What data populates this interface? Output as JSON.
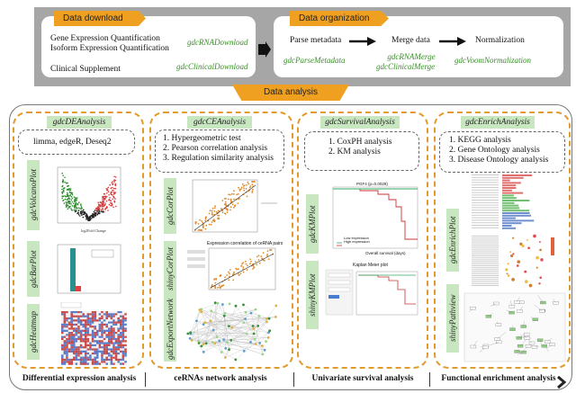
{
  "top": {
    "download_tag": "Data download",
    "organization_tag": "Data organization",
    "analysis_tag": "Data analysis",
    "download": {
      "lines": [
        "Gene Expression Quantification",
        "Isoform Expression Quantification",
        "Clinical Supplement"
      ],
      "fn1": "gdcRNADownload",
      "fn2": "gdcClinicalDownload"
    },
    "organization": {
      "step1": "Parse metadata",
      "step2": "Merge data",
      "step3": "Normalization",
      "fn_parse": "gdcParseMetadata",
      "fn_merge1": "gdcRNAMerge",
      "fn_merge2": "gdcClinicalMerge",
      "fn_norm": "gdcVoomNormalization"
    }
  },
  "columns": [
    {
      "header": "gdcDEAnalysis",
      "desc": [
        "limma, edgeR, Deseq2"
      ],
      "labels": [
        "gdcVolcanoPlot",
        "gdcBarPlot",
        "gdcHeatmap"
      ],
      "bottom": "Differential expression analysis"
    },
    {
      "header": "gdcCEAnalysis",
      "desc": [
        "1. Hypergeometric test",
        "2. Pearson correlation analysis",
        "3. Regulation similarity analysis"
      ],
      "labels": [
        "gdcCorPlot",
        "shinyCorPlot",
        "gdcExportNetwork"
      ],
      "bottom": "ceRNAs network analysis"
    },
    {
      "header": "gdcSurvivalAnalysis",
      "desc": [
        "1. CoxPH analysis",
        "2. KM analysis"
      ],
      "labels": [
        "gdcKMPlot",
        "shinyKMPlot"
      ],
      "bottom": "Univariate survival analysis"
    },
    {
      "header": "gdcEnrichAnalysis",
      "desc": [
        "1. KEGG analysis",
        "2. Gene Ontology analysis",
        "3. Disease Ontology analysis"
      ],
      "labels": [
        "gdcEnrichPlot",
        "shinyPathview"
      ],
      "bottom": "Functional enrichment analysis"
    }
  ],
  "thumbs": {
    "volcano_x": "log2Fold Change",
    "cor_title": "Expression correlation of ceRNA pairs",
    "km_title": "PGF4 (p=0.0028)",
    "km_legend1": "Low expression",
    "km_legend2": "High expression",
    "km_xlabel": "Overall survival (days)",
    "km2_title": "Kaplan Meier plot"
  },
  "colors": {
    "orange": "#f0a020",
    "green_text": "#3a8f2a",
    "label_bg": "#c8e6c0",
    "gray": "#a6a6a6"
  }
}
